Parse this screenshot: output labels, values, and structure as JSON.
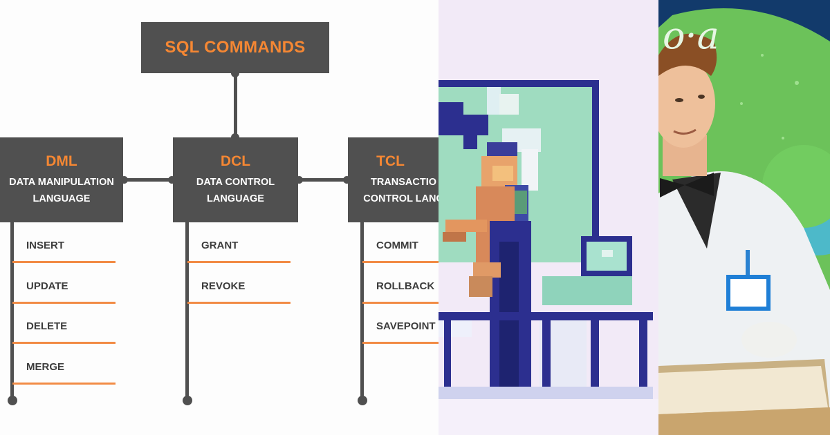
{
  "diagram": {
    "root": {
      "label": "SQL COMMANDS"
    },
    "groups": [
      {
        "code": "DML",
        "full_line1": "DATA MANIPULATION",
        "full_line2": "LANGUAGE",
        "commands": [
          "INSERT",
          "UPDATE",
          "DELETE",
          "MERGE"
        ]
      },
      {
        "code": "DCL",
        "full_line1": "DATA CONTROL",
        "full_line2": "LANGUAGE",
        "commands": [
          "GRANT",
          "REVOKE"
        ]
      },
      {
        "code": "TCL",
        "full_line1": "TRANSACTIO",
        "full_line2": "CONTROL LANG",
        "commands": [
          "COMMIT",
          "ROLLBACK",
          "SAVEPOINT"
        ]
      }
    ]
  },
  "photo": {
    "logo_text": "o·a"
  },
  "colors": {
    "box": "#505050",
    "accent_orange": "#f58733",
    "pixel_navy": "#2c2f8f",
    "pixel_mint": "#9fdcc0",
    "photo_green": "#6cc25a",
    "photo_navy": "#123a6b"
  }
}
